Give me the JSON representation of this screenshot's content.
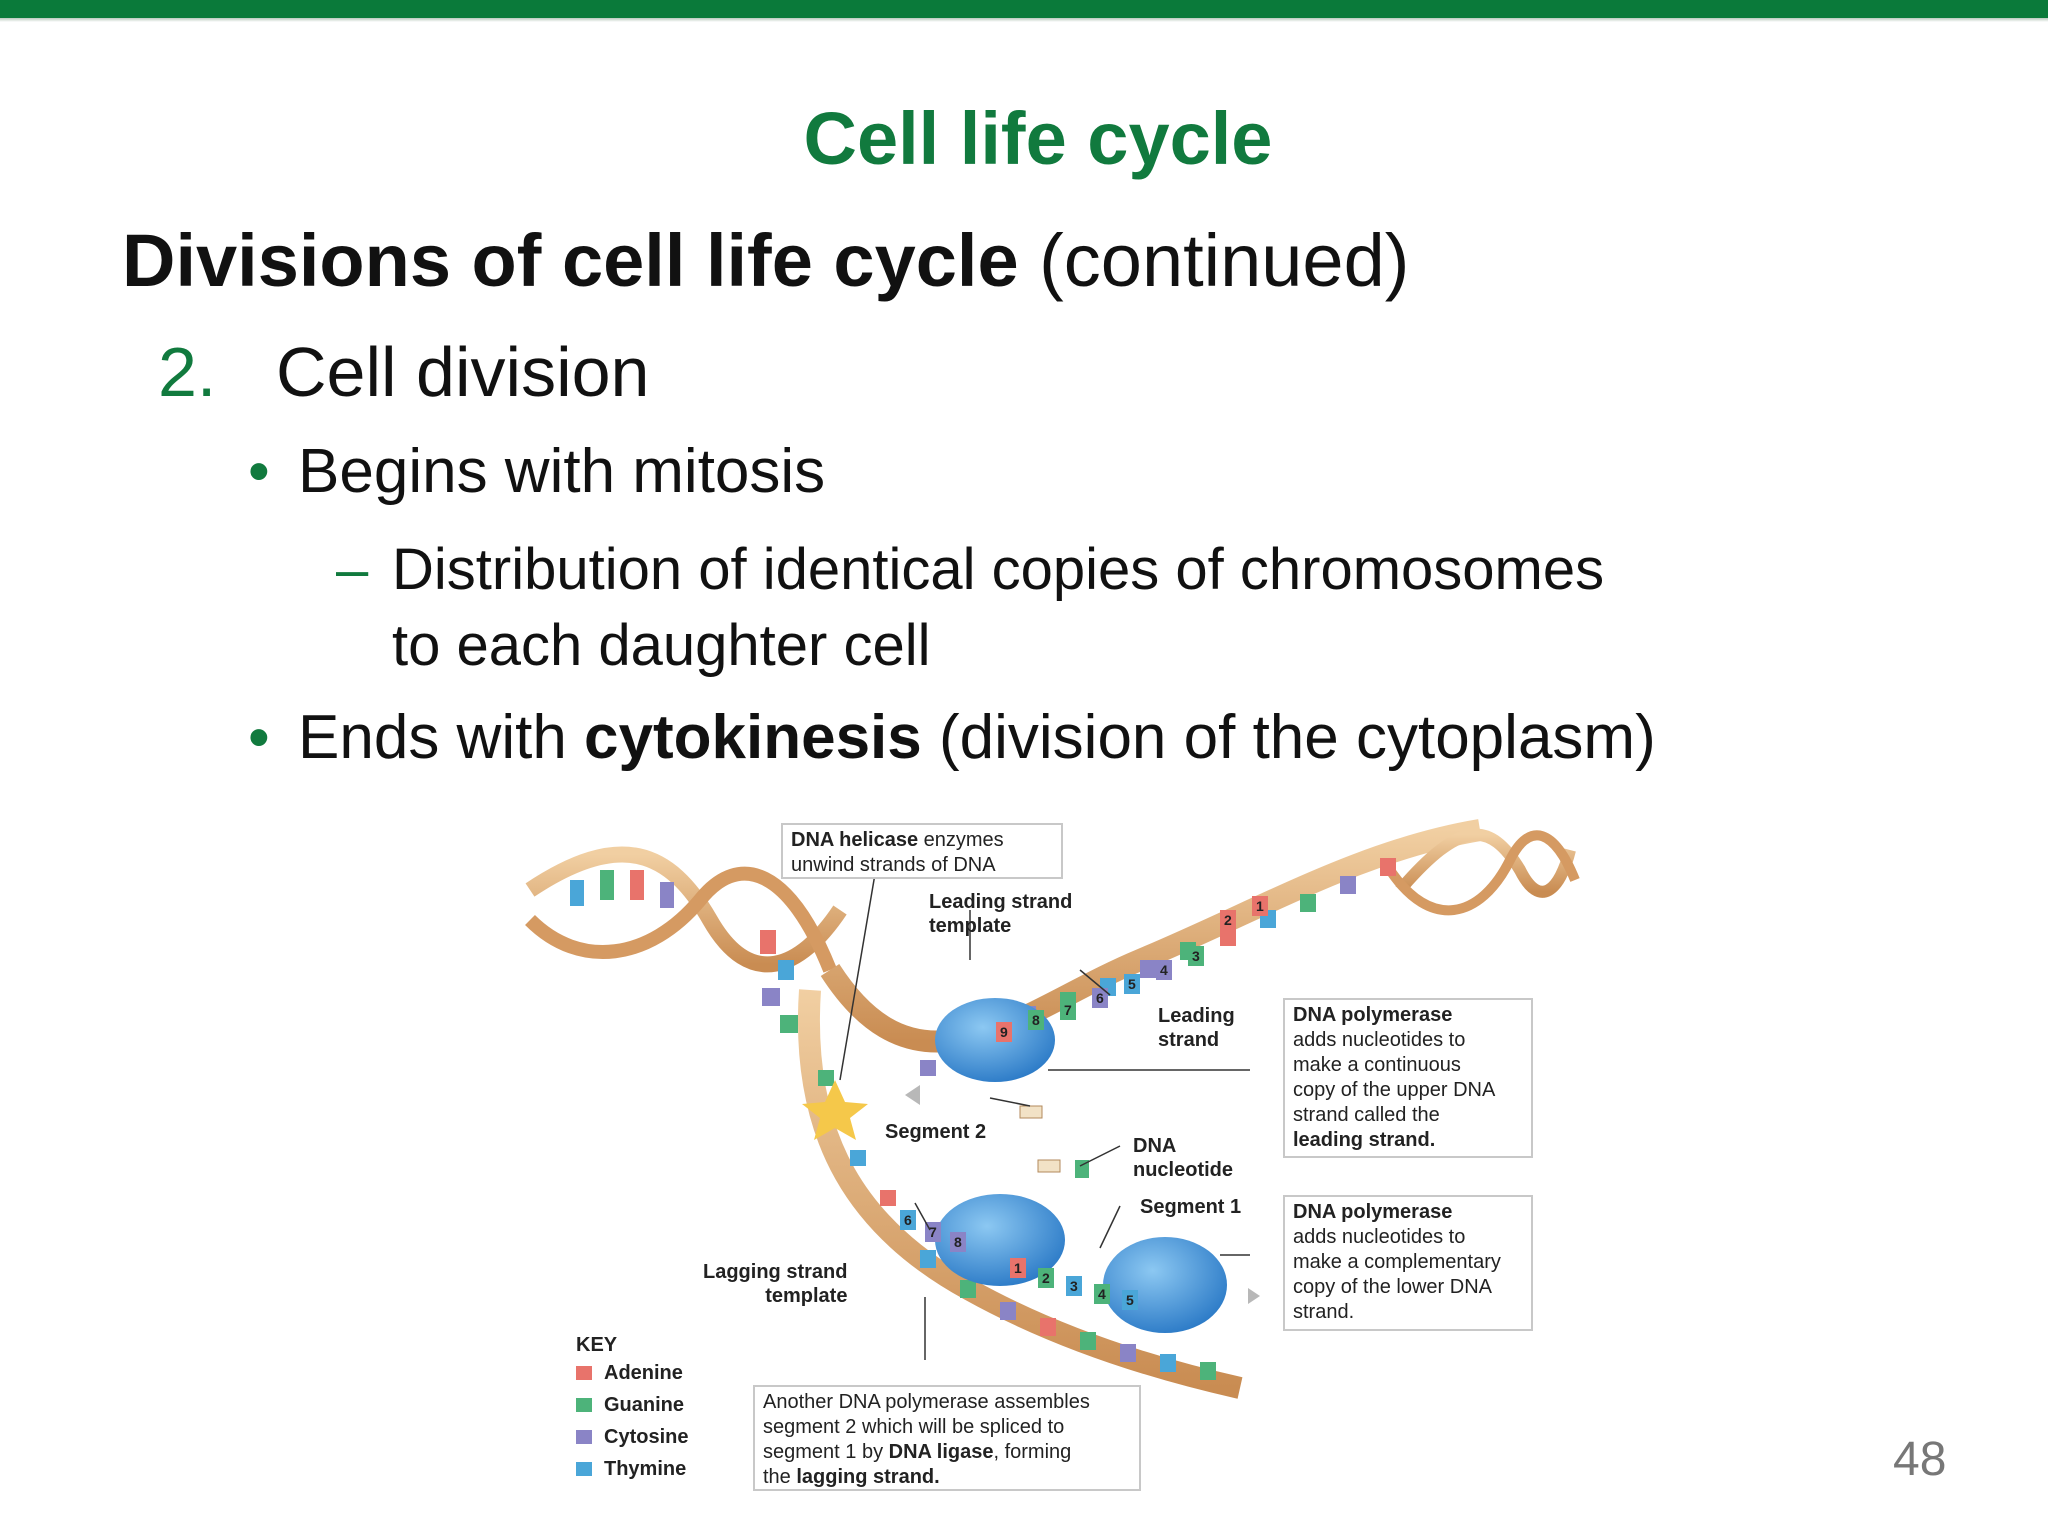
{
  "slide": {
    "title": "Cell life cycle",
    "heading_bold": "Divisions of cell life cycle",
    "heading_rest": " (continued)",
    "item_number": "2.",
    "item_text": "Cell division",
    "bullet1": "Begins with mitosis",
    "sub1_line1": "Distribution of identical copies of chromosomes",
    "sub1_line2": "to each daughter cell",
    "bullet2_pre": "Ends with ",
    "bullet2_bold": "cytokinesis",
    "bullet2_post": " (division of the cytoplasm)",
    "page_number": "48",
    "bullet_glyph": "•",
    "dash_glyph": "–"
  },
  "figure": {
    "helicase_bold": "DNA helicase",
    "helicase_rest": " enzymes",
    "helicase_line2": "unwind strands of DNA",
    "leading_template": "Leading strand\ntemplate",
    "leading_strand": "Leading\nstrand",
    "segment2": "Segment 2",
    "dna_nucleotide": "DNA\nnucleotide",
    "segment1": "Segment 1",
    "lagging_template": "Lagging strand\ntemplate",
    "poly1_bold": "DNA polymerase",
    "poly1_text": "adds nucleotides to\nmake a continuous\ncopy of the upper DNA\nstrand called the",
    "poly1_end": "leading strand.",
    "poly2_bold": "DNA polymerase",
    "poly2_text": "adds nucleotides to\nmake a complementary\ncopy of the lower DNA\nstrand.",
    "ligase_line1": "Another DNA polymerase assembles",
    "ligase_line2": "segment 2 which will be spliced to",
    "ligase_line3_pre": "segment 1 by ",
    "ligase_line3_bold": "DNA ligase",
    "ligase_line3_post": ", forming",
    "ligase_line4_pre": "the ",
    "ligase_line4_bold": "lagging strand.",
    "key_title": "KEY",
    "key": [
      {
        "label": "Adenine",
        "color": "#e8736b"
      },
      {
        "label": "Guanine",
        "color": "#4db37a"
      },
      {
        "label": "Cytosine",
        "color": "#8a84c6"
      },
      {
        "label": "Thymine",
        "color": "#4aa6d8"
      }
    ],
    "upper_numbers": [
      "9",
      "8",
      "7",
      "6",
      "5",
      "4",
      "3",
      "2",
      "1"
    ],
    "lower_numbers": [
      "6",
      "7",
      "8",
      "1",
      "2",
      "3",
      "4",
      "5"
    ],
    "colors": {
      "backbone": "#e2b27e",
      "enzyme": "#3d8fd6",
      "accent_green": "#117a3e"
    }
  }
}
